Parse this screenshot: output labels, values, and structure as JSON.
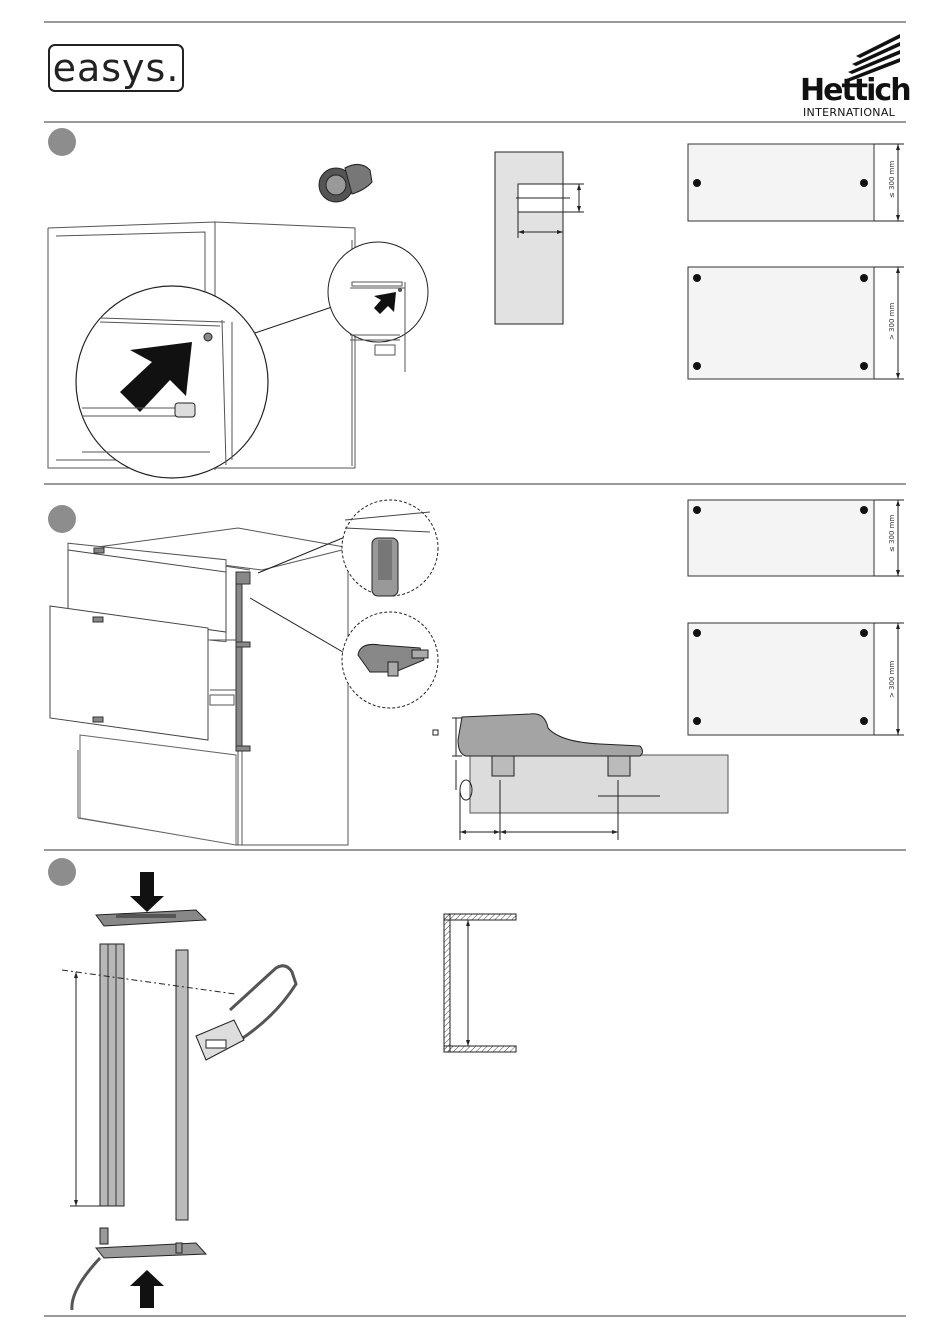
{
  "header": {
    "logo_text": "easys.",
    "brand_name": "Hettich",
    "brand_sub": "INTERNATIONAL"
  },
  "steps": [
    {
      "label": ""
    },
    {
      "label": ""
    },
    {
      "label": ""
    }
  ],
  "panels": {
    "small_label_1": "≤ 300 mm",
    "large_label_1": "> 300 mm",
    "small_label_2": "≤ 300 mm",
    "large_label_2": "> 300 mm"
  }
}
